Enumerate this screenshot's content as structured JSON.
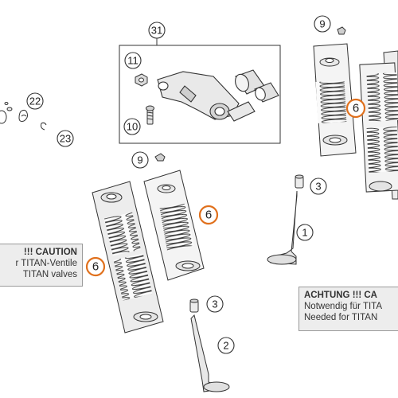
{
  "callouts": {
    "c31": "31",
    "c11": "11",
    "c10": "10",
    "c22": "22",
    "c23": "23",
    "c9a": "9",
    "c9b": "9",
    "c6a": "6",
    "c6b": "6",
    "c6c": "6",
    "c3a": "3",
    "c3b": "3",
    "c1": "1",
    "c2": "2"
  },
  "caution_left": {
    "title": "!!! CAUTION",
    "line1": "r TITAN-Ventile",
    "line2": "TITAN valves"
  },
  "caution_right": {
    "title": "ACHTUNG !!! CA",
    "line1": "Notwendig für TITA",
    "line2": "Needed for TITAN"
  },
  "colors": {
    "highlight_ring": "#e0701c",
    "outline": "#333333",
    "panel_fill": "#f2f2f2",
    "caution_fill": "#ededed"
  }
}
